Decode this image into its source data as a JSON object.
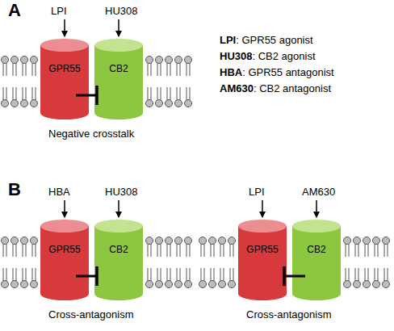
{
  "diagram": {
    "nodes": [
      {
        "text": [
          "GPR55"
        ]
      },
      {
        "text": [
          "CB2"
        ]
      },
      {
        "text": [
          "GPR55"
        ]
      },
      {
        "text": [
          "CB2"
        ]
      },
      {
        "text": [
          "GPR55"
        ]
      },
      {
        "text": [
          "CB2"
        ]
      }
    ],
    "edges": [
      {
        "from": 0,
        "to": 1,
        "arrow": "to"
      },
      {
        "from": 2,
        "to": 3,
        "arrow": "to"
      },
      {
        "from": 5,
        "to": 4,
        "arrow": "to"
      }
    ],
    "labels": [
      "A",
      "LPI",
      "HU308",
      "Negative crosstalk",
      "LPI: GPR55 agonist",
      "HU308: CB2 agonist",
      "HBA: GPR55 antagonist",
      "AM630: CB2 antagonist",
      "B",
      "HBA",
      "HU308",
      "Cross-antagonism",
      "LPI",
      "AM630",
      "Cross-antagonism"
    ]
  }
}
